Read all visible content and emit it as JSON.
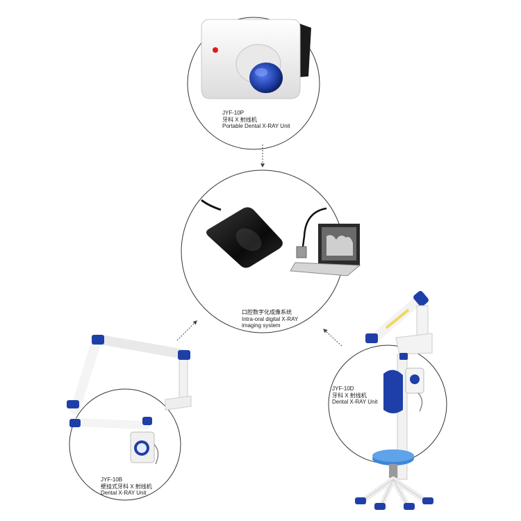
{
  "units": [
    {
      "id": "jyf-10p",
      "model": "JYF-10P",
      "name_cn": "牙科 X 射线机",
      "name_en": "Portable Dental X-RAY Unit"
    },
    {
      "id": "imaging-system",
      "name_cn": "口腔数字化成像系统",
      "name_en_line1": "Intra-oral  digital X-RAY",
      "name_en_line2": "imaging system"
    },
    {
      "id": "jyf-10b",
      "model": "JYF-10B",
      "name_cn": "壁挂式牙科 X 射线机",
      "name_en": "Dental X-RAY Unit"
    },
    {
      "id": "jyf-10d",
      "model": "JYF-10D",
      "name_cn": "牙科 X 射线机",
      "name_en": "Dental X-RAY Unit"
    }
  ],
  "colors": {
    "accent_blue": "#1f3fa8",
    "circle_stroke": "#333333",
    "connector": "#444444"
  }
}
